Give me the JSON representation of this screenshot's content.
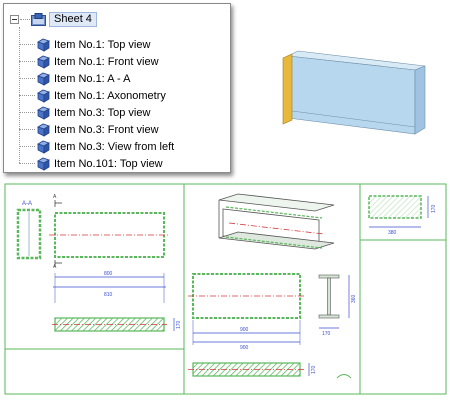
{
  "tree": {
    "root_label": "Sheet 4",
    "items": [
      {
        "label": "Item No.1: Top view"
      },
      {
        "label": "Item No.1: Front view"
      },
      {
        "label": "Item No.1: A - A"
      },
      {
        "label": "Item No.1: Axonometry"
      },
      {
        "label": "Item No.3: Top view"
      },
      {
        "label": "Item No.3: Front view"
      },
      {
        "label": "Item No.3: View from left"
      },
      {
        "label": "Item No.101: Top view"
      }
    ]
  },
  "drawing": {
    "section_label": "A-A",
    "cut_marker": "A",
    "dims": {
      "d800": "800",
      "d810": "810",
      "d170": "170",
      "d900": "900",
      "d360": "360",
      "d380": "380"
    }
  },
  "colors": {
    "frame": "#58b85a",
    "dim": "#3a4fd0",
    "centerline": "#d23a3a",
    "beam_face": "#b6d7ee",
    "beam_end": "#e7b83a"
  }
}
